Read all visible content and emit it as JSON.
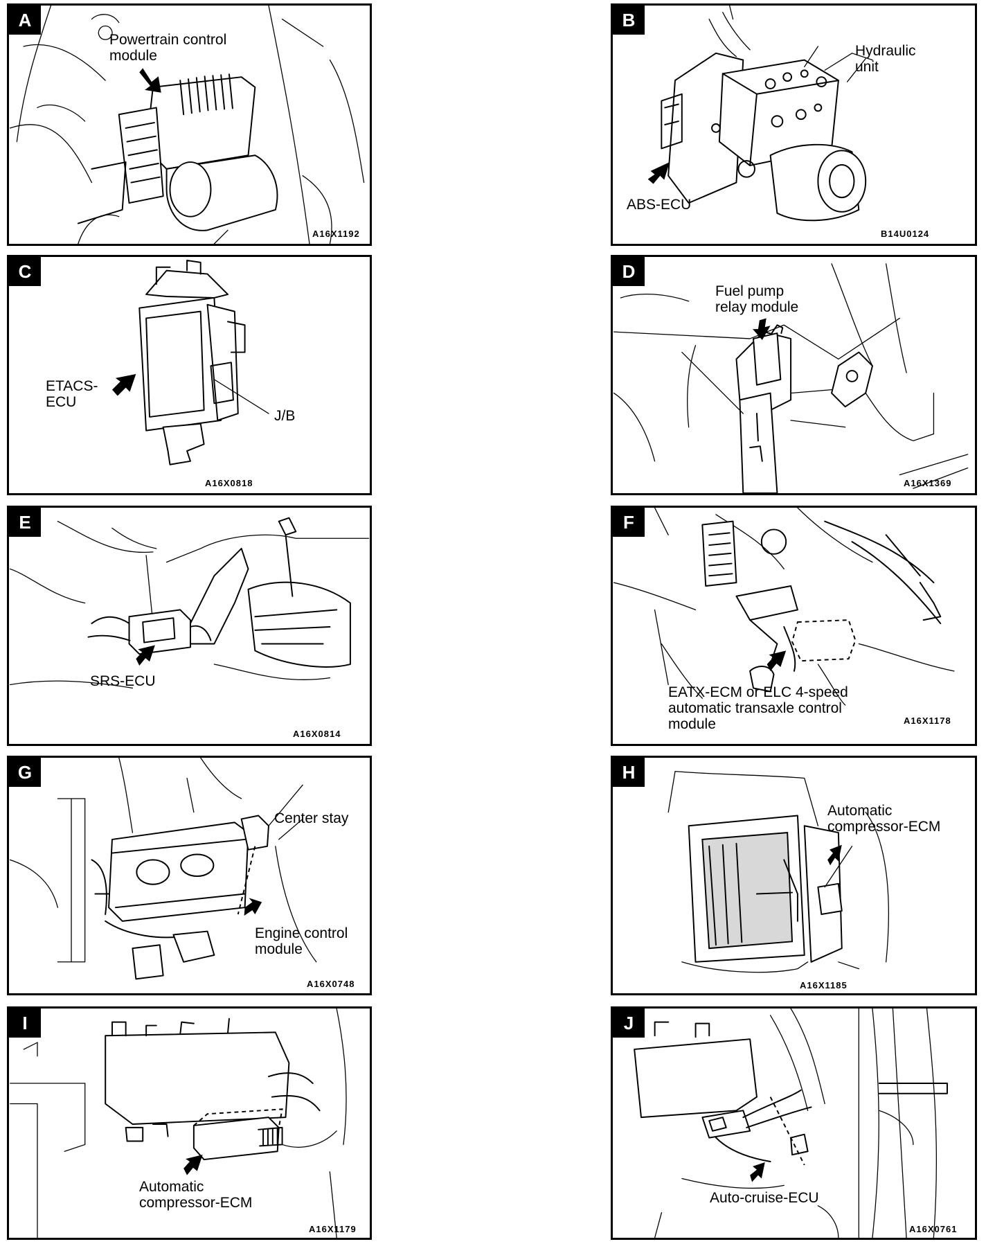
{
  "panels": [
    {
      "letter": "A",
      "labels": [
        "Powertrain control",
        "module"
      ],
      "code": "A16X1192"
    },
    {
      "letter": "B",
      "labels": [
        "Hydraulic",
        "unit",
        "ABS-ECU"
      ],
      "code": "B14U0124"
    },
    {
      "letter": "C",
      "labels": [
        "ETACS-",
        "ECU",
        "J/B"
      ],
      "code": "A16X0818"
    },
    {
      "letter": "D",
      "labels": [
        "Fuel pump",
        "relay module"
      ],
      "code": "A16X1369"
    },
    {
      "letter": "E",
      "labels": [
        "SRS-ECU"
      ],
      "code": "A16X0814"
    },
    {
      "letter": "F",
      "labels": [
        "EATX-ECM or ELC 4-speed",
        "automatic transaxle control",
        "module"
      ],
      "code": "A16X1178"
    },
    {
      "letter": "G",
      "labels": [
        "Center stay",
        "Engine control",
        "module"
      ],
      "code": "A16X0748"
    },
    {
      "letter": "H",
      "labels": [
        "Automatic",
        "compressor-ECM"
      ],
      "code": "A16X1185"
    },
    {
      "letter": "I",
      "labels": [
        "Automatic",
        "compressor-ECM"
      ],
      "code": "A16X1179"
    },
    {
      "letter": "J",
      "labels": [
        "Auto-cruise-ECU"
      ],
      "code": "A16X0761"
    }
  ]
}
